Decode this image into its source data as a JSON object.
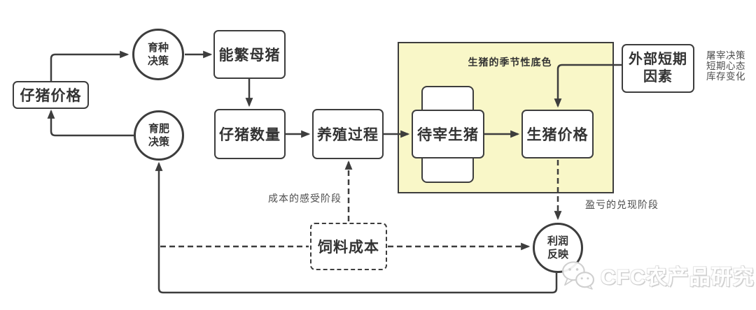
{
  "diagram": {
    "nodes": {
      "piglet_price": {
        "label": "仔猪价格"
      },
      "breeding_decision": {
        "line1": "育种",
        "line2": "决策"
      },
      "sow_herd": {
        "label": "能繁母猪"
      },
      "piglet_quantity": {
        "label": "仔猪数量"
      },
      "farming_process": {
        "label": "养殖过程"
      },
      "fattening_decision": {
        "line1": "育肥",
        "line2": "决策"
      },
      "hogs_for_slaughter": {
        "label": "待宰生猪"
      },
      "hog_price": {
        "label": "生猪价格"
      },
      "external_factors": {
        "line1": "外部短期",
        "line2": "因素"
      },
      "feed_cost": {
        "label": "饲料成本"
      },
      "profit_reflection": {
        "line1": "利润",
        "line2": "反映"
      }
    },
    "panel": {
      "label": "生猪的季节性底色"
    },
    "annotations": {
      "external_note_lines": [
        "屠宰决策",
        "短期心态",
        "库存变化"
      ],
      "cost_stage": "成本的感受阶段",
      "pnl_stage": "盈亏的兑现阶段"
    },
    "watermark": {
      "icon": "wechat-icon",
      "text": "CFC农产品研究"
    },
    "colors": {
      "line": "#3d3d3d",
      "text": "#333333",
      "annotation": "#4d4d4d",
      "panel_fill": "#f9f7c8",
      "node_fill": "#ffffff",
      "watermark": "#cfcfcf",
      "background": "#ffffff"
    }
  }
}
